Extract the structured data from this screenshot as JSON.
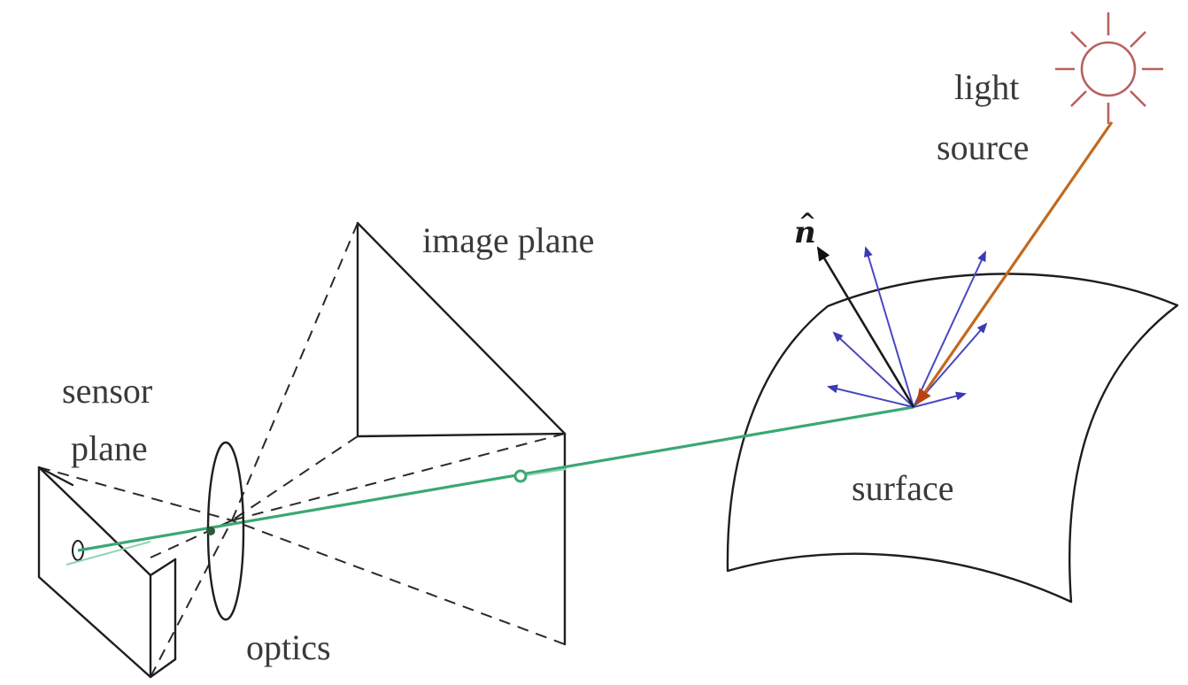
{
  "labels": {
    "light_source_line1": "light",
    "light_source_line2": "source",
    "normal": "n",
    "normal_hat": "^",
    "image_plane": "image plane",
    "sensor_plane_line1": "sensor",
    "sensor_plane_line2": "plane",
    "optics": "optics",
    "surface": "surface"
  },
  "icons": {
    "light_source": "sun-icon"
  },
  "colors": {
    "ray": "#3aa874",
    "reflected_rays": "#4848c0",
    "incident_ray": "#c2691e",
    "incident_arrowhead": "#b8420e",
    "sun": "#b8615e",
    "normal": "#1a1a1a",
    "outline": "#1e1e1e"
  }
}
